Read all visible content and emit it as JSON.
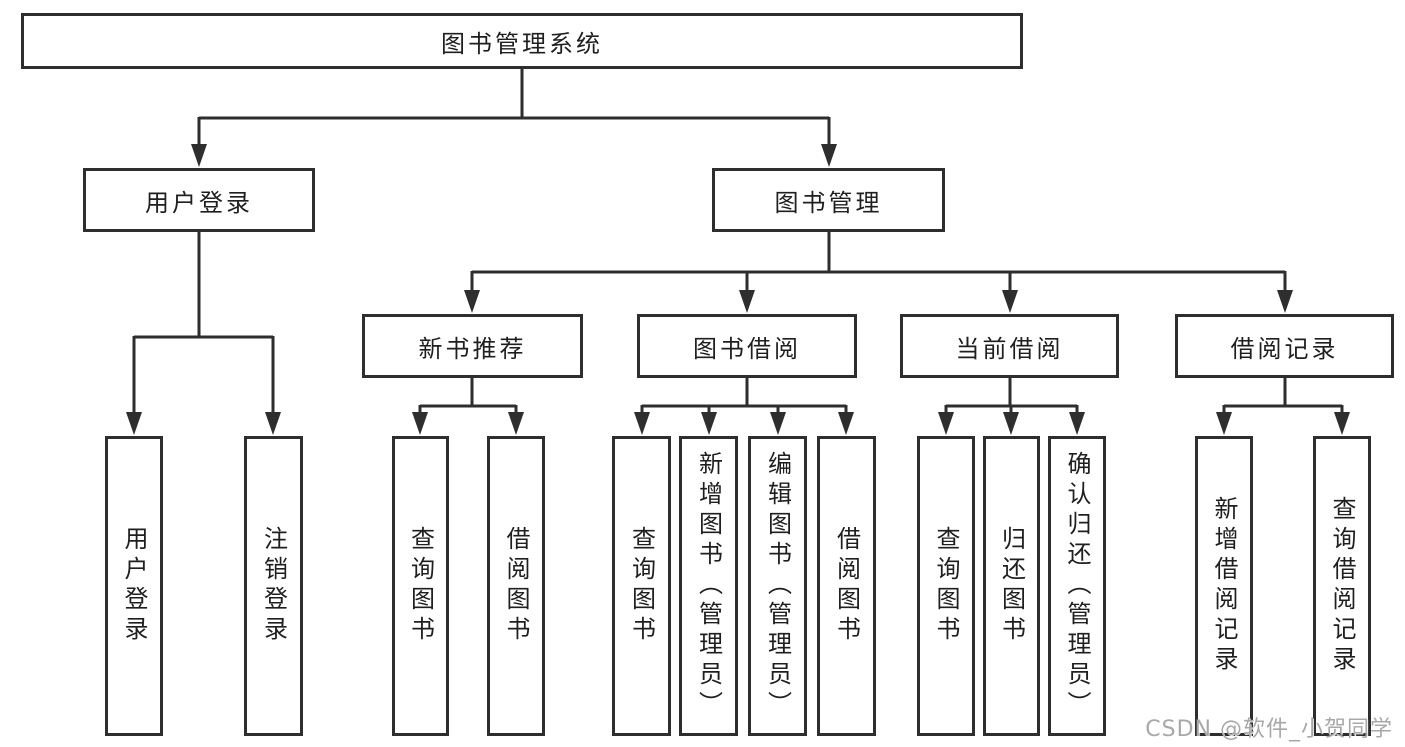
{
  "tree": {
    "root": "图书管理系统",
    "level2": {
      "user_login": "用户登录",
      "book_management": "图书管理"
    },
    "level3": {
      "new_books": "新书推荐",
      "book_borrow": "图书借阅",
      "current_borrow": "当前借阅",
      "borrow_records": "借阅记录"
    },
    "leaves": {
      "user_login": [
        "用户登录",
        "注销登录"
      ],
      "new_books": [
        "查询图书",
        "借阅图书"
      ],
      "book_borrow": [
        "查询图书",
        "新增图书（管理员）",
        "编辑图书（管理员）",
        "借阅图书"
      ],
      "current_borrow": [
        "查询图书",
        "归还图书",
        "确认归还（管理员）"
      ],
      "borrow_records": [
        "新增借阅记录",
        "查询借阅记录"
      ]
    }
  },
  "watermark": "CSDN @软件_小贺同学",
  "colors": {
    "line": "#2e2e2e",
    "text": "#1f1f1f",
    "box_background": "#ffffff",
    "page_background": "#ffffff",
    "watermark": "#a8a8a8"
  }
}
